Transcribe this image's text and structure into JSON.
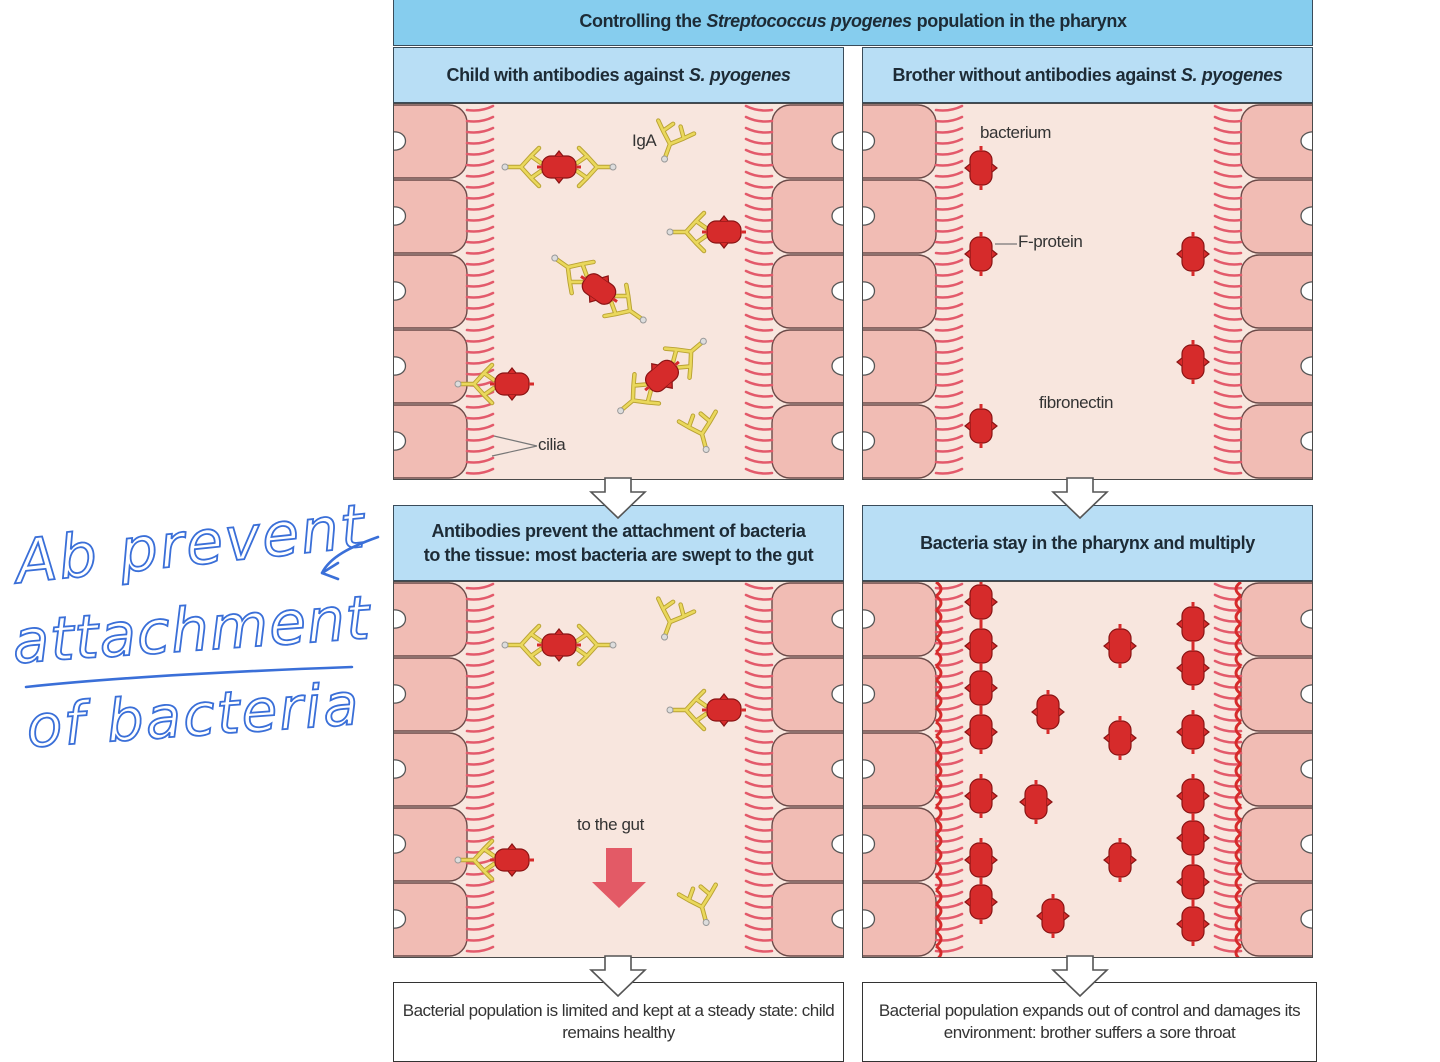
{
  "title": {
    "pre": "Controlling the ",
    "species": "Streptococcus pyogenes",
    "post": " population in the pharynx"
  },
  "left": {
    "header": {
      "pre": "Child with antibodies against ",
      "species": "S. pyogenes"
    },
    "labels": {
      "iga": "IgA",
      "cilia": "cilia"
    },
    "step2_line1": "Antibodies prevent the attachment of bacteria",
    "step2_line2": "to the tissue: most bacteria are swept to the gut",
    "gut_label": "to the gut",
    "outcome": "Bacterial population is limited and kept at a steady state: child remains healthy"
  },
  "right": {
    "header": {
      "pre": "Brother without antibodies against ",
      "species": "S. pyogenes"
    },
    "labels": {
      "bacterium": "bacterium",
      "fprotein": "F-protein",
      "fibronectin": "fibronectin"
    },
    "step2": "Bacteria stay in the pharynx and multiply",
    "outcome": "Bacterial population expands out of control and damages its environment: brother suffers a sore throat"
  },
  "annotation": {
    "line1": "Ab prevent",
    "line2": "attachment",
    "line3": "of bacteria"
  },
  "colors": {
    "header_top": "#86cdee",
    "header": "#b8def5",
    "tissue": "#f8e6de",
    "cell": "#f1bcb4",
    "cilia": "#e35a6b",
    "bacterium": "#d62b2b",
    "antibody": "#ead85c",
    "arrow_gut": "#e35a66",
    "ink": "#3a6fd8"
  }
}
